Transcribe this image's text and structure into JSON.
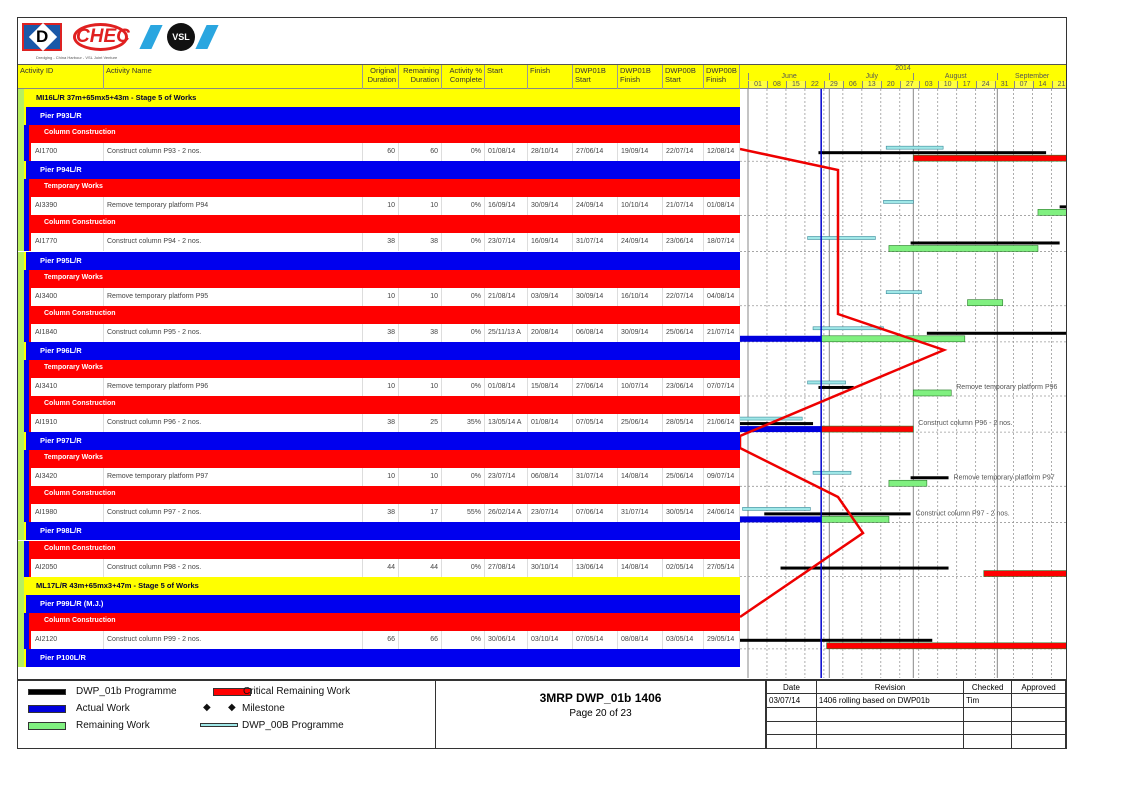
{
  "logo": {
    "brands": [
      "D",
      "CHEC",
      "VSL"
    ],
    "caption": "Dredging - China Harbour - VSL Joint Venture"
  },
  "columns": [
    "Activity ID",
    "Activity Name",
    "Original Duration",
    "Remaining Duration",
    "Activity % Complete",
    "Start",
    "Finish",
    "DWP01B Start",
    "DWP01B Finish",
    "DWP00B Start",
    "DWP00B Finish"
  ],
  "timescale": {
    "year": "2014",
    "months": [
      "June",
      "July",
      "August",
      "September"
    ],
    "weeks": [
      "01",
      "08",
      "15",
      "22",
      "29",
      "06",
      "13",
      "20",
      "27",
      "03",
      "10",
      "17",
      "24",
      "31",
      "07",
      "14",
      "21"
    ]
  },
  "rows": [
    {
      "type": "group",
      "label": "MI16L/R 37m+65mx5+43m - Stage 5 of Works"
    },
    {
      "type": "pier",
      "label": "Pier P93L/R"
    },
    {
      "type": "sub",
      "label": "Column Construction"
    },
    {
      "type": "act",
      "id": "AI1700",
      "name": "Construct column P93 - 2 nos.",
      "od": "60",
      "rd": "60",
      "pct": "0%",
      "start": "01/08/14",
      "finish": "28/10/14",
      "b01s": "27/06/14",
      "b01f": "19/09/14",
      "b00s": "22/07/14",
      "b00f": "12/08/14",
      "critical": true,
      "actual": false,
      "bar_label": ""
    },
    {
      "type": "pier",
      "label": "Pier P94L/R"
    },
    {
      "type": "sub",
      "label": "Temporary Works"
    },
    {
      "type": "act",
      "id": "AI3390",
      "name": "Remove temporary platform P94",
      "od": "10",
      "rd": "10",
      "pct": "0%",
      "start": "16/09/14",
      "finish": "30/09/14",
      "b01s": "24/09/14",
      "b01f": "10/10/14",
      "b00s": "21/07/14",
      "b00f": "01/08/14",
      "critical": false,
      "actual": false,
      "bar_label": ""
    },
    {
      "type": "sub",
      "label": "Column Construction"
    },
    {
      "type": "act",
      "id": "AI1770",
      "name": "Construct column P94 - 2 nos.",
      "od": "38",
      "rd": "38",
      "pct": "0%",
      "start": "23/07/14",
      "finish": "16/09/14",
      "b01s": "31/07/14",
      "b01f": "24/09/14",
      "b00s": "23/06/14",
      "b00f": "18/07/14",
      "critical": false,
      "actual": false,
      "bar_label": ""
    },
    {
      "type": "pier",
      "label": "Pier P95L/R"
    },
    {
      "type": "sub",
      "label": "Temporary Works"
    },
    {
      "type": "act",
      "id": "AI3400",
      "name": "Remove temporary platform P95",
      "od": "10",
      "rd": "10",
      "pct": "0%",
      "start": "21/08/14",
      "finish": "03/09/14",
      "b01s": "30/09/14",
      "b01f": "16/10/14",
      "b00s": "22/07/14",
      "b00f": "04/08/14",
      "critical": false,
      "actual": false,
      "bar_label": ""
    },
    {
      "type": "sub",
      "label": "Column Construction"
    },
    {
      "type": "act",
      "id": "AI1840",
      "name": "Construct column P95 - 2 nos.",
      "od": "38",
      "rd": "38",
      "pct": "0%",
      "start": "25/11/13 A",
      "finish": "20/08/14",
      "b01s": "06/08/14",
      "b01f": "30/09/14",
      "b00s": "25/06/14",
      "b00f": "21/07/14",
      "critical": false,
      "actual": true,
      "bar_label": ""
    },
    {
      "type": "pier",
      "label": "Pier P96L/R"
    },
    {
      "type": "sub",
      "label": "Temporary Works"
    },
    {
      "type": "act",
      "id": "AI3410",
      "name": "Remove temporary platform P96",
      "od": "10",
      "rd": "10",
      "pct": "0%",
      "start": "01/08/14",
      "finish": "15/08/14",
      "b01s": "27/06/14",
      "b01f": "10/07/14",
      "b00s": "23/06/14",
      "b00f": "07/07/14",
      "critical": false,
      "actual": false,
      "bar_label": "Remove temporary platform P96"
    },
    {
      "type": "sub",
      "label": "Column Construction"
    },
    {
      "type": "act",
      "id": "AI1910",
      "name": "Construct column P96 - 2 nos.",
      "od": "38",
      "rd": "25",
      "pct": "35%",
      "start": "13/05/14 A",
      "finish": "01/08/14",
      "b01s": "07/05/14",
      "b01f": "25/06/14",
      "b00s": "28/05/14",
      "b00f": "21/06/14",
      "critical": true,
      "actual": true,
      "bar_label": "Construct column P96 - 2 nos."
    },
    {
      "type": "pier",
      "label": "Pier P97L/R"
    },
    {
      "type": "sub",
      "label": "Temporary Works"
    },
    {
      "type": "act",
      "id": "AI3420",
      "name": "Remove temporary platform P97",
      "od": "10",
      "rd": "10",
      "pct": "0%",
      "start": "23/07/14",
      "finish": "06/08/14",
      "b01s": "31/07/14",
      "b01f": "14/08/14",
      "b00s": "25/06/14",
      "b00f": "09/07/14",
      "critical": false,
      "actual": false,
      "bar_label": "Remove temporary platform P97"
    },
    {
      "type": "sub",
      "label": "Column Construction"
    },
    {
      "type": "act",
      "id": "AI1980",
      "name": "Construct column P97 - 2 nos.",
      "od": "38",
      "rd": "17",
      "pct": "55%",
      "start": "26/02/14 A",
      "finish": "23/07/14",
      "b01s": "07/06/14",
      "b01f": "31/07/14",
      "b00s": "30/05/14",
      "b00f": "24/06/14",
      "critical": false,
      "actual": true,
      "bar_label": "Construct column P97 - 2 nos."
    },
    {
      "type": "pier",
      "label": "Pier P98L/R"
    },
    {
      "type": "sub",
      "label": "Column Construction"
    },
    {
      "type": "act",
      "id": "AI2050",
      "name": "Construct column P98 - 2 nos.",
      "od": "44",
      "rd": "44",
      "pct": "0%",
      "start": "27/08/14",
      "finish": "30/10/14",
      "b01s": "13/06/14",
      "b01f": "14/08/14",
      "b00s": "02/05/14",
      "b00f": "27/05/14",
      "critical": true,
      "actual": false,
      "bar_label": ""
    },
    {
      "type": "group",
      "label": "ML17L/R 43m+65mx3+47m - Stage 5 of Works"
    },
    {
      "type": "pier",
      "label": "Pier P99L/R (M.J.)"
    },
    {
      "type": "sub",
      "label": "Column Construction"
    },
    {
      "type": "act",
      "id": "AI2120",
      "name": "Construct column P99 - 2 nos.",
      "od": "66",
      "rd": "66",
      "pct": "0%",
      "start": "30/06/14",
      "finish": "03/10/14",
      "b01s": "07/05/14",
      "b01f": "08/08/14",
      "b00s": "03/05/14",
      "b00f": "29/05/14",
      "critical": true,
      "actual": false,
      "bar_label": ""
    },
    {
      "type": "pier",
      "label": "Pier P100L/R"
    }
  ],
  "legend": {
    "dwp01b": "DWP_01b Programme",
    "critical": "Critical Remaining Work",
    "actual": "Actual Work",
    "milestone": "Milestone",
    "remaining": "Remaining Work",
    "dwp00b": "DWP_00B Programme"
  },
  "colors": {
    "critical": "#ff0000",
    "remaining": "#80f080",
    "actual": "#0000dd",
    "dwp01b": "#000000",
    "dwp00b": "#a0e8e8"
  },
  "title": {
    "main": "3MRP DWP_01b 1406",
    "page": "Page 20 of 23"
  },
  "revision": {
    "headers": [
      "Date",
      "Revision",
      "Checked",
      "Approved"
    ],
    "rows": [
      [
        "03/07/14",
        "1406 rolling based on DWP01b",
        "Tim",
        ""
      ],
      [
        "",
        "",
        "",
        ""
      ],
      [
        "",
        "",
        "",
        ""
      ],
      [
        "",
        "",
        "",
        ""
      ]
    ]
  }
}
